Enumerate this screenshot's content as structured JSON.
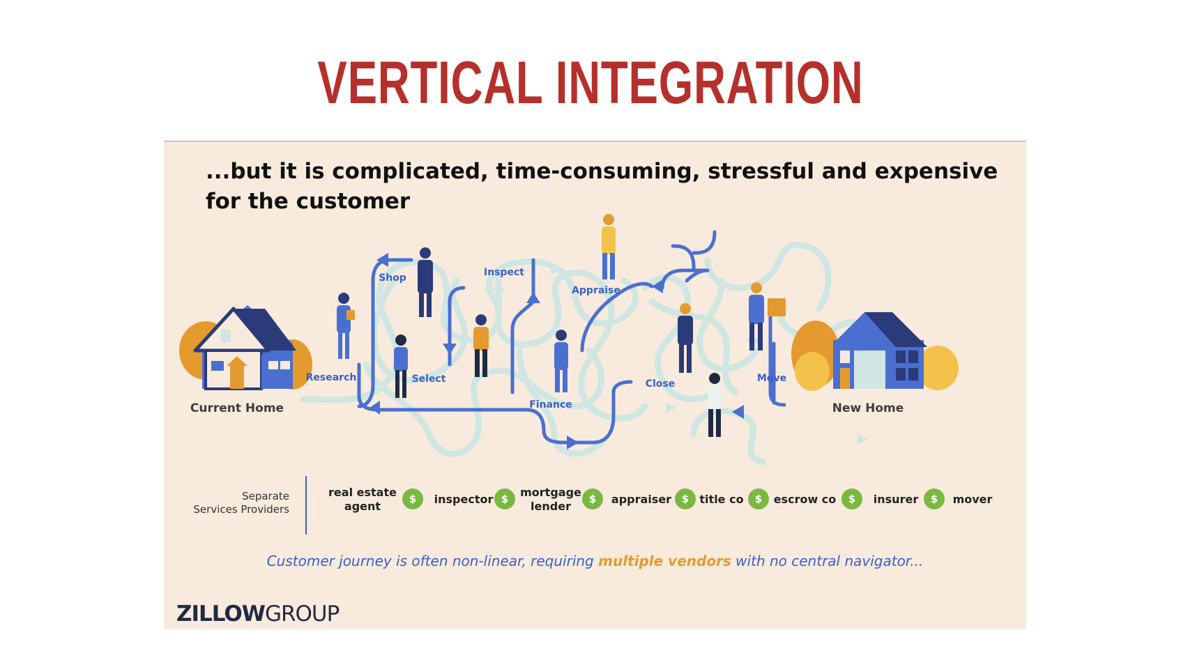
{
  "slide": {
    "title": "VERTICAL INTEGRATION"
  },
  "panel": {
    "headline": "...but it is complicated, time-consuming, stressful and expensive for the customer",
    "homes": {
      "current": "Current Home",
      "new": "New Home"
    },
    "steps": [
      "Research",
      "Shop",
      "Select",
      "Inspect",
      "Finance",
      "Appraise",
      "Close",
      "Move"
    ],
    "providers": {
      "heading_line1": "Separate",
      "heading_line2": "Services Providers",
      "items": [
        {
          "line1": "real estate",
          "line2": "agent"
        },
        {
          "line1": "inspector",
          "line2": ""
        },
        {
          "line1": "mortgage",
          "line2": "lender"
        },
        {
          "line1": "appraiser",
          "line2": ""
        },
        {
          "line1": "title co",
          "line2": ""
        },
        {
          "line1": "escrow co",
          "line2": ""
        },
        {
          "line1": "insurer",
          "line2": ""
        },
        {
          "line1": "mover",
          "line2": ""
        }
      ],
      "coin_symbol": "$"
    },
    "caption": {
      "before": "Customer journey is often non-linear, requiring ",
      "highlight": "multiple vendors",
      "after": " with no central navigator..."
    },
    "logo": {
      "part1": "ZILLOW",
      "part2": "GROUP"
    }
  },
  "colors": {
    "title_red": "#b5302b",
    "panel_bg": "#f8ebdd",
    "path_blue": "#4a6fd0",
    "path_light": "#cfe6e2",
    "accent_orange": "#e59a2f",
    "coin_green": "#7bb841",
    "navy": "#2b3a78"
  },
  "icons": [
    "house-icon",
    "person-icon",
    "dollar-coin-icon",
    "arrow-icon"
  ]
}
